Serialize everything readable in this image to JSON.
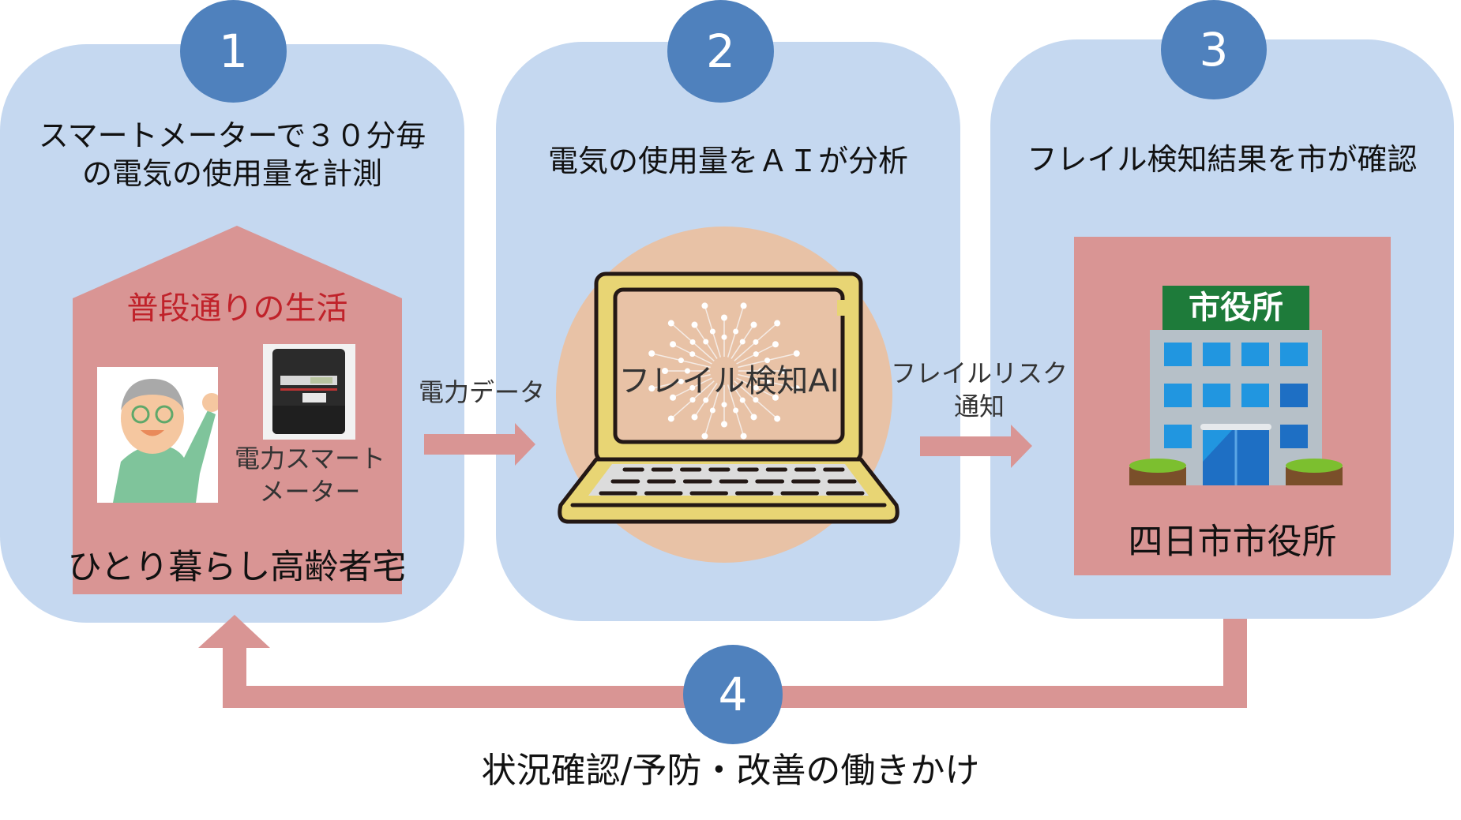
{
  "colors": {
    "panel_bg": "#c5d8f0",
    "badge": "#4f81bd",
    "pink": "#d99594",
    "red_text": "#c0222a",
    "laptop_yellow": "#e8d574",
    "peach": "#e8c2a6",
    "sign_green": "#1e7b3a"
  },
  "steps": [
    {
      "number": "1",
      "title_lines": [
        "スマートメーターで３０分毎",
        "の電気の使用量を計測"
      ]
    },
    {
      "number": "2",
      "title_lines": [
        "電気の使用量をＡＩが分析"
      ]
    },
    {
      "number": "3",
      "title_lines": [
        "フレイル検知結果を市が確認"
      ]
    },
    {
      "number": "4",
      "caption": "状況確認/予防・改善の働きかけ"
    }
  ],
  "house": {
    "heading": "普段通りの生活",
    "elderly_icon": "elderly-person-illustration",
    "meter_icon": "smart-meter-photo",
    "meter_label_lines": [
      "電力スマート",
      "メーター"
    ],
    "footer": "ひとり暮らし高齢者宅"
  },
  "arrow1_label": "電力データ",
  "laptop": {
    "screen_text": "フレイル検知AI",
    "icon": "neural-network-icon"
  },
  "arrow2_label_lines": [
    "フレイルリスク",
    "通知"
  ],
  "city_hall": {
    "sign_text": "市役所",
    "label": "四日市市役所"
  }
}
